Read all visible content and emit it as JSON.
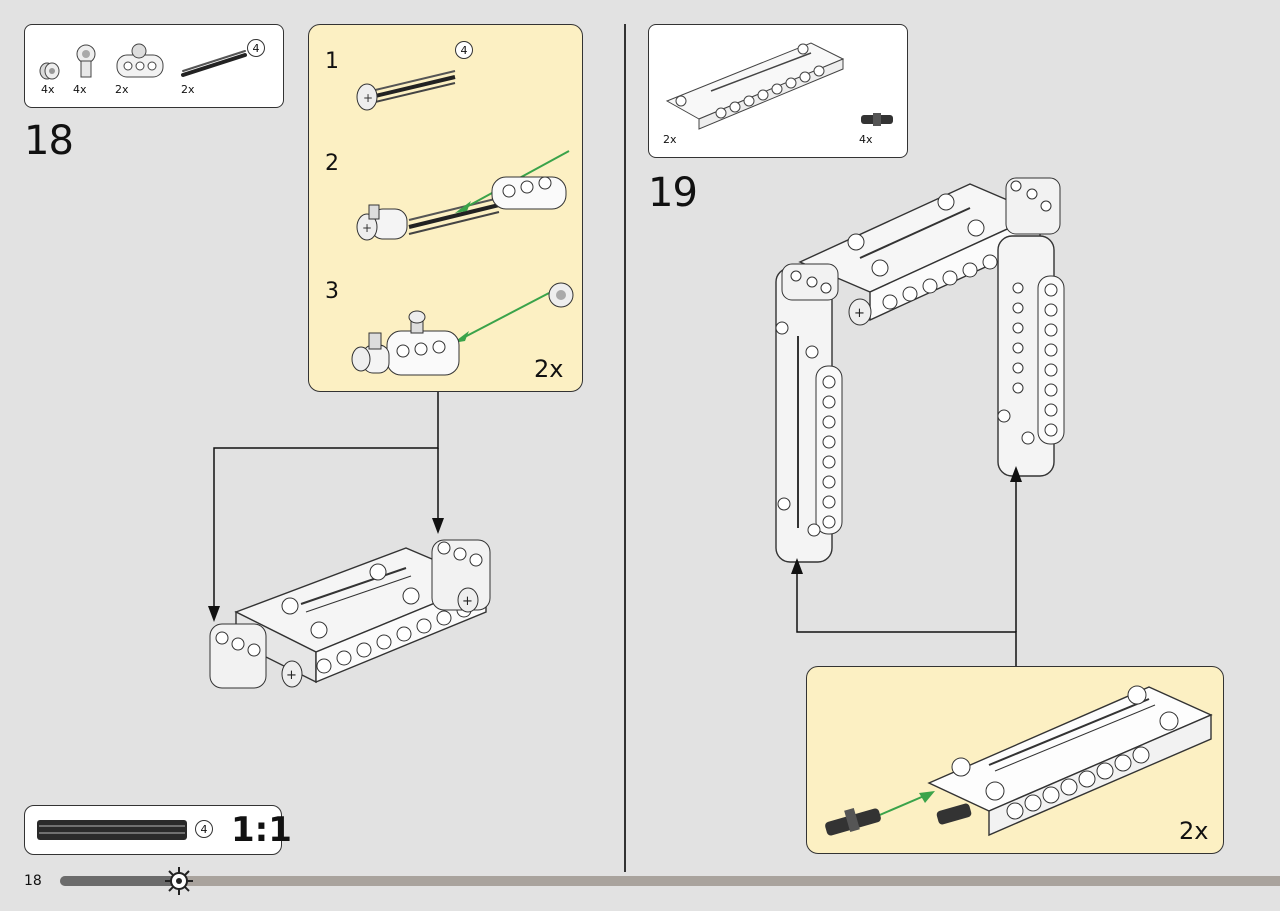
{
  "step18": {
    "number": "18",
    "parts": [
      {
        "qty": "4x",
        "icon": "bush-icon"
      },
      {
        "qty": "4x",
        "icon": "axle-pin-connector-icon"
      },
      {
        "qty": "2x",
        "icon": "beam-3-icon"
      },
      {
        "qty": "2x",
        "icon": "axle-4-icon",
        "size": "4"
      }
    ],
    "subassembly": {
      "steps": [
        {
          "number": "1",
          "size": "4"
        },
        {
          "number": "2"
        },
        {
          "number": "3"
        }
      ],
      "multiplier": "2x"
    }
  },
  "step19": {
    "number": "19",
    "parts": [
      {
        "qty": "2x",
        "icon": "panel-frame-icon"
      },
      {
        "qty": "4x",
        "icon": "axle-connector-icon"
      }
    ],
    "subassembly": {
      "multiplier": "2x"
    }
  },
  "scale": {
    "size": "4",
    "ratio": "1:1"
  },
  "footer": {
    "page_number": "18",
    "progress": 0.1
  }
}
